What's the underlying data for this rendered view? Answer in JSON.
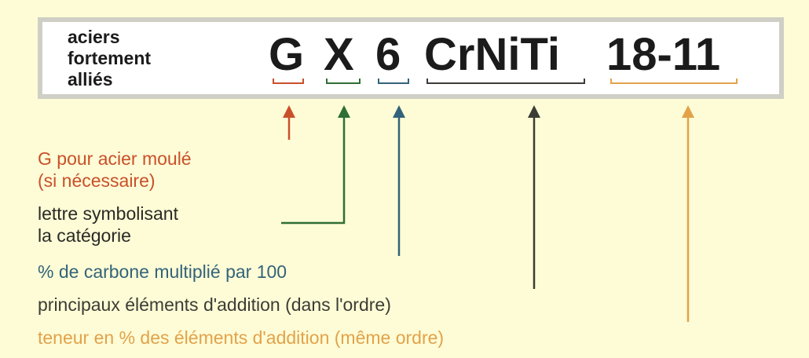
{
  "category": {
    "lines": [
      "aciers",
      "fortement",
      "alliés"
    ]
  },
  "code": {
    "g": "G",
    "x": "X",
    "six": "6",
    "elements": "CrNiTi",
    "contents": "18-11"
  },
  "explanations": {
    "g_line1": "G pour acier moulé",
    "g_line2": "(si nécessaire)",
    "x_line1": "lettre symbolisant",
    "x_line2": "la catégorie",
    "carbon": "% de carbone multiplié par 100",
    "elements": "principaux éléments d'addition (dans l'ordre)",
    "contents": "teneur en % des éléments d'addition (même ordre)"
  },
  "colors": {
    "g": "#c9502a",
    "x": "#2f6e36",
    "carbon": "#33637a",
    "elements": "#3c3c36",
    "contents": "#e3a24a",
    "code_text": "#1b1b1b"
  }
}
